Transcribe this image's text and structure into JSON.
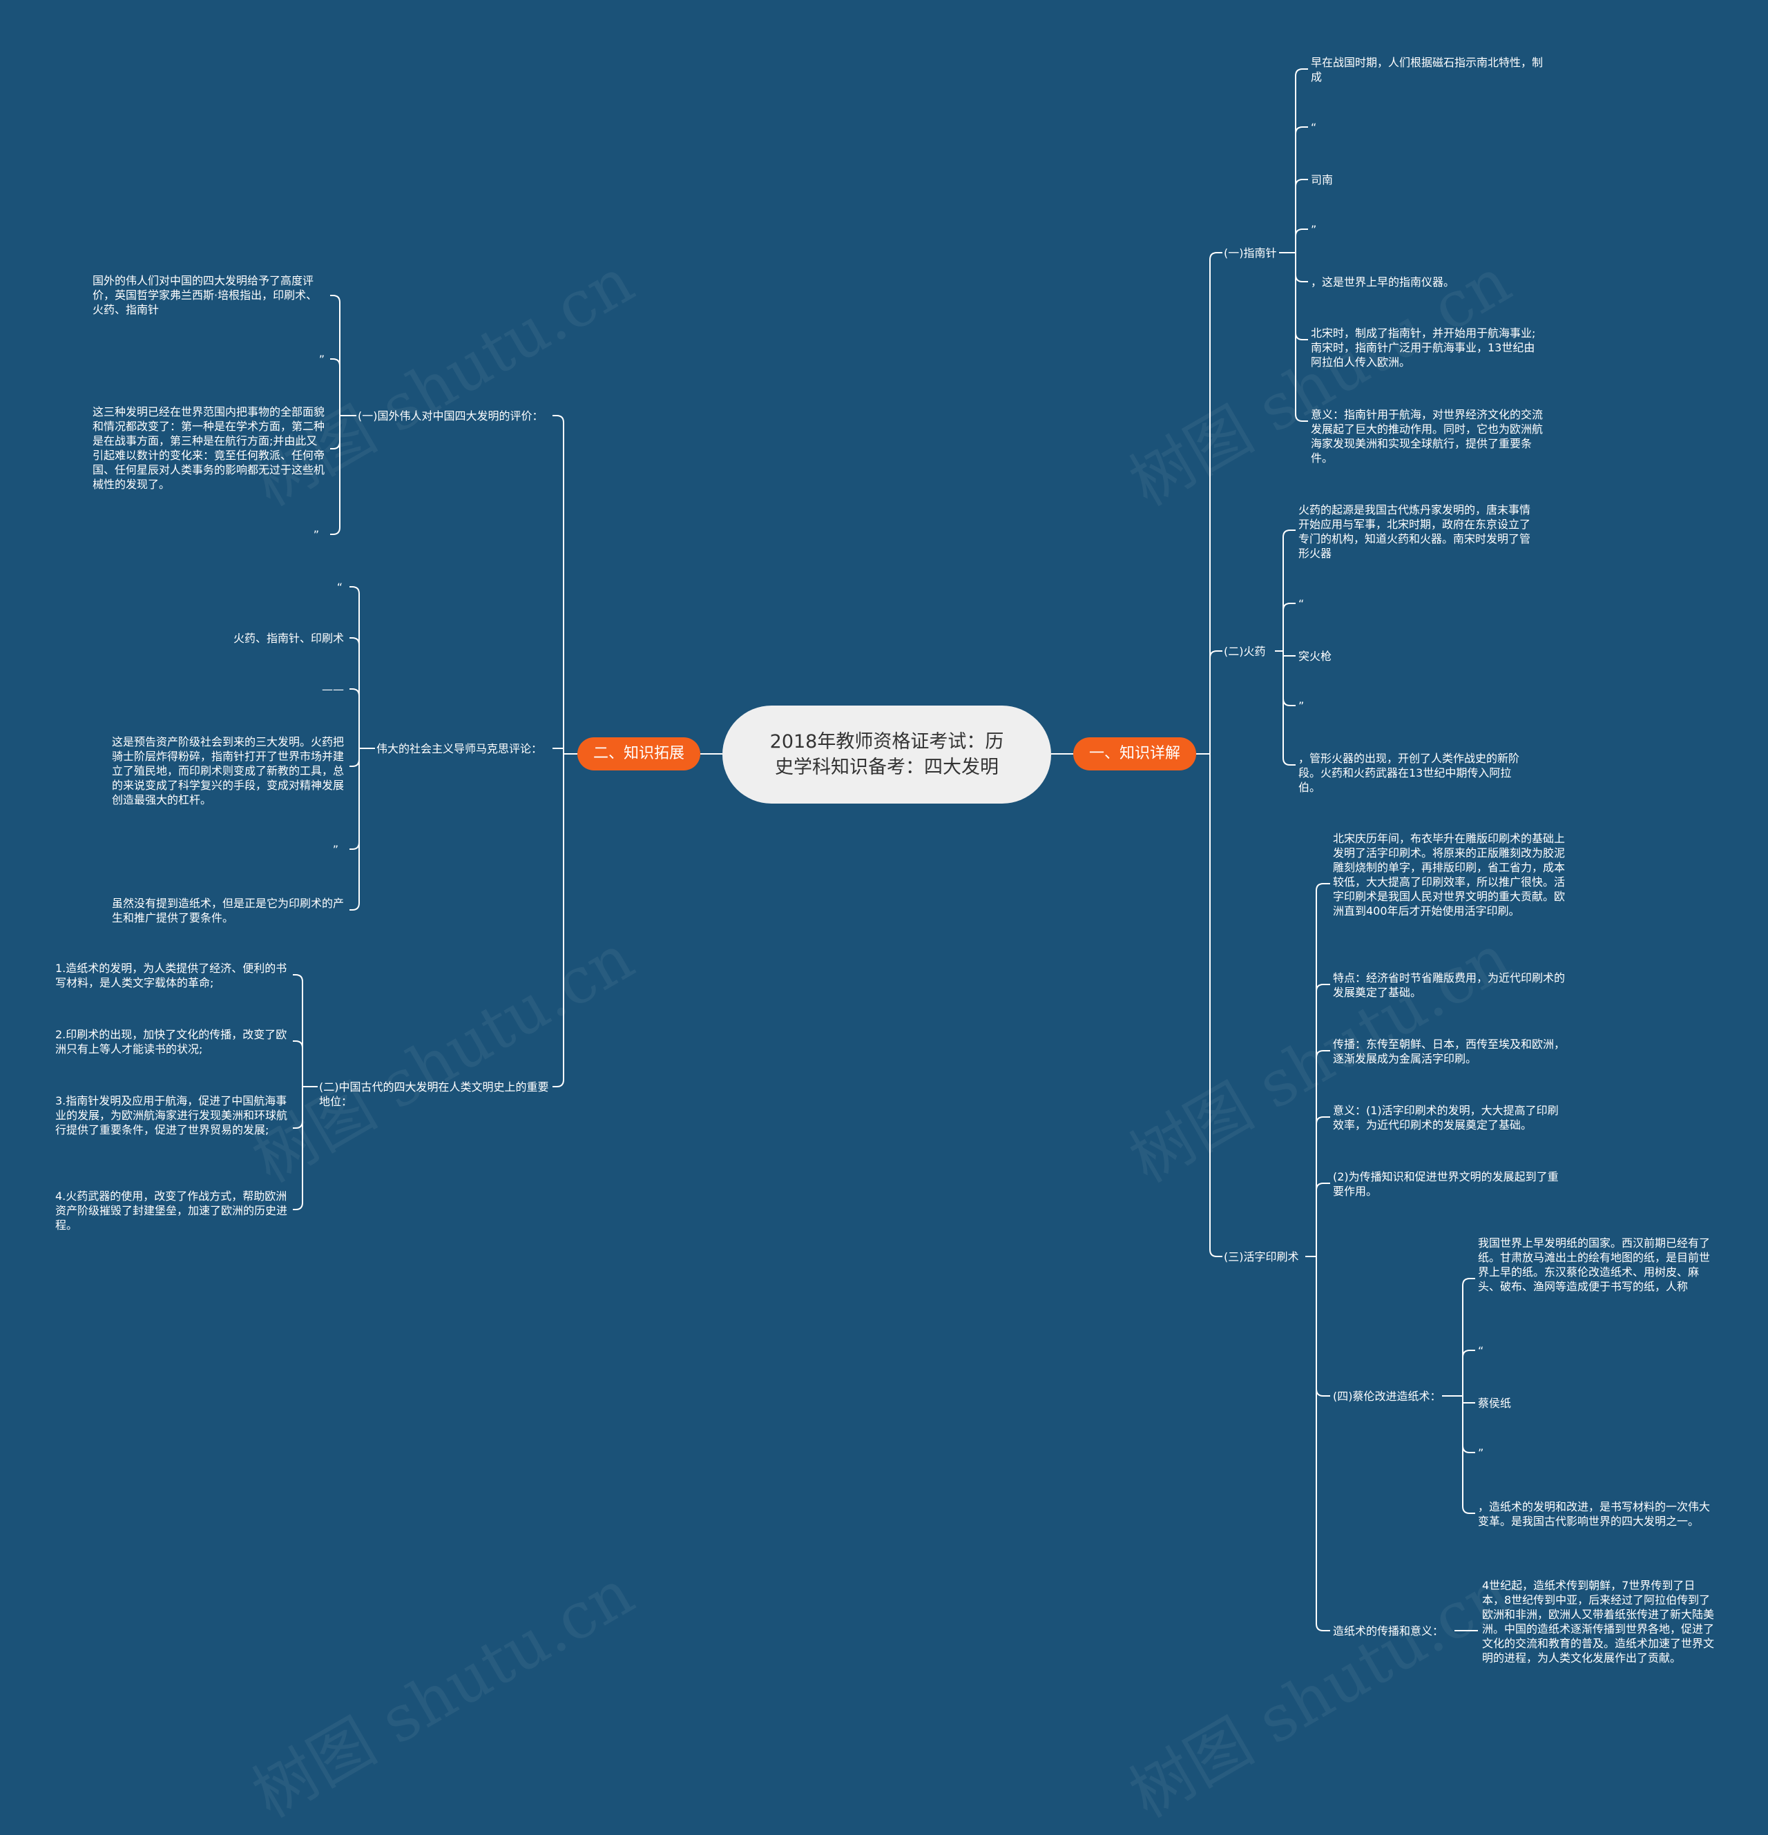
{
  "colors": {
    "background": "#1b5278",
    "root_fill": "#efefef",
    "main_fill": "#f3601b",
    "line": "#ffffff"
  },
  "root": {
    "title": "2018年教师资格证考试：历史学科知识备考：四大发明"
  },
  "watermark": "树图 shutu.cn",
  "right": {
    "label": "一、知识详解",
    "compass": {
      "label": "(一)指南针",
      "items": [
        "早在战国时期，人们根据磁石指示南北特性，制成",
        "“",
        "司南",
        "”",
        "，这是世界上早的指南仪器。",
        "北宋时，制成了指南针，并开始用于航海事业;南宋时，指南针广泛用于航海事业，13世纪由阿拉伯人传入欧洲。",
        "意义：指南针用于航海，对世界经济文化的交流发展起了巨大的推动作用。同时，它也为欧洲航海家发现美洲和实现全球航行，提供了重要条件。"
      ]
    },
    "gunpowder": {
      "label": "(二)火药",
      "items": [
        "火药的起源是我国古代炼丹家发明的，唐末事情开始应用与军事，北宋时期，政府在东京设立了专门的机构，知道火药和火器。南宋时发明了管形火器",
        "“",
        "突火枪",
        "”",
        "，管形火器的出现，开创了人类作战史的新阶段。火药和火药武器在13世纪中期传入阿拉伯。"
      ]
    },
    "printing": {
      "label": "(三)活字印刷术",
      "items": [
        "北宋庆历年间，布衣毕升在雕版印刷术的基础上发明了活字印刷术。将原来的正版雕刻改为胶泥雕刻烧制的单字，再排版印刷，省工省力，成本较低，大大提高了印刷效率，所以推广很快。活字印刷术是我国人民对世界文明的重大贡献。欧洲直到400年后才开始使用活字印刷。",
        "特点：经济省时节省雕版费用，为近代印刷术的发展奠定了基础。",
        "传播：东传至朝鲜、日本，西传至埃及和欧洲，逐渐发展成为金属活字印刷。",
        "意义：(1)活字印刷术的发明，大大提高了印刷效率，为近代印刷术的发展奠定了基础。",
        "(2)为传播知识和促进世界文明的发展起到了重要作用。"
      ],
      "paper": {
        "label": "(四)蔡伦改进造纸术：",
        "items": [
          "我国世界上早发明纸的国家。西汉前期已经有了纸。甘肃放马滩出土的绘有地图的纸，是目前世界上早的纸。东汉蔡伦改造纸术、用树皮、麻头、破布、渔网等造成便于书写的纸，人称",
          "“",
          "蔡侯纸",
          "”",
          "，造纸术的发明和改进，是书写材料的一次伟大变革。是我国古代影响世界的四大发明之一。"
        ]
      },
      "spread": {
        "label": "造纸术的传播和意义：",
        "text": "4世纪起，造纸术传到朝鲜，7世界传到了日本，8世纪传到中亚，后来经过了阿拉伯传到了欧洲和非洲，欧洲人又带着纸张传进了新大陆美洲。中国的造纸术逐渐传播到世界各地，促进了文化的交流和教育的普及。造纸术加速了世界文明的进程，为人类文化发展作出了贡献。"
      }
    }
  },
  "left": {
    "label": "二、知识拓展",
    "foreign": {
      "label": "(一)国外伟人对中国四大发明的评价：",
      "items": [
        "国外的伟人们对中国的四大发明给予了高度评价，英国哲学家弗兰西斯·培根指出，印刷术、火药、指南针",
        "”",
        "这三种发明已经在世界范围内把事物的全部面貌和情况都改变了：第一种是在学术方面，第二种是在战事方面，第三种是在航行方面;并由此又引起难以数计的变化来：竟至任何教派、任何帝国、任何星辰对人类事务的影响都无过于这些机械性的发现了。",
        "”"
      ]
    },
    "marx": {
      "label": "伟大的社会主义导师马克思评论：",
      "items": [
        "“",
        "火药、指南针、印刷术",
        "——",
        "这是预告资产阶级社会到来的三大发明。火药把骑士阶层炸得粉碎，指南针打开了世界市场并建立了殖民地，而印刷术则变成了新教的工具，总的来说变成了科学复兴的手段，变成对精神发展创造最强大的杠杆。",
        "”",
        "虽然没有提到造纸术，但是正是它为印刷术的产生和推广提供了要条件。"
      ]
    },
    "status": {
      "label": "(二)中国古代的四大发明在人类文明史上的重要地位：",
      "items": [
        "1.造纸术的发明，为人类提供了经济、便利的书写材料，是人类文字载体的革命;",
        "2.印刷术的出现，加快了文化的传播，改变了欧洲只有上等人才能读书的状况;",
        "3.指南针发明及应用于航海，促进了中国航海事业的发展，为欧洲航海家进行发现美洲和环球航行提供了重要条件，促进了世界贸易的发展;",
        "4.火药武器的使用，改变了作战方式，帮助欧洲资产阶级摧毁了封建堡垒，加速了欧洲的历史进程。"
      ]
    }
  }
}
